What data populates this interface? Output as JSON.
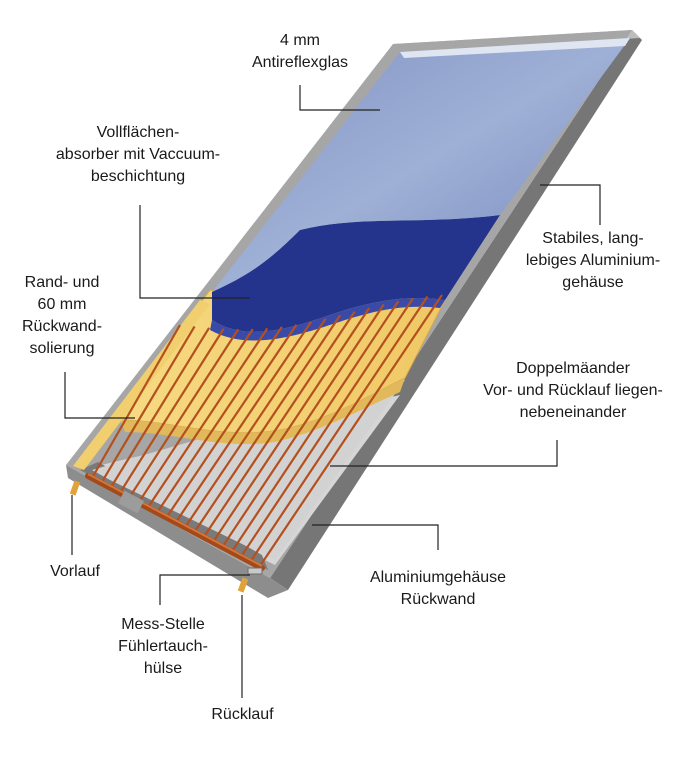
{
  "labels": {
    "glass": [
      "4 mm",
      "Antireflexglas"
    ],
    "absorber": [
      "Vollflächen-",
      "absorber mit Vaccuum-",
      "beschichtung"
    ],
    "insulation": [
      "Rand- und",
      "60 mm",
      "Rückwand-",
      "solierung"
    ],
    "housing": [
      "Stabiles, lang-",
      "lebiges Aluminium-",
      "gehäuse"
    ],
    "meander": [
      "Doppelmäander",
      "Vor- und Rücklauf liegen-",
      "nebeneinander"
    ],
    "back": [
      "Aluminiumgehäuse",
      "Rückwand"
    ],
    "flow": [
      "Vorlauf"
    ],
    "sensor": [
      "Mess-Stelle",
      "Fühlertauch-",
      "hülse"
    ],
    "return": [
      "Rücklauf"
    ]
  },
  "colors": {
    "frame": "#a6a6a6",
    "frame_dark": "#6e6e6e",
    "glass": "#8ea2cc",
    "absorber": "#24338c",
    "insulation": "#f4d27a",
    "pipe": "#b3501e",
    "back_panel": "#d2d2d2",
    "leader": "#222222"
  }
}
